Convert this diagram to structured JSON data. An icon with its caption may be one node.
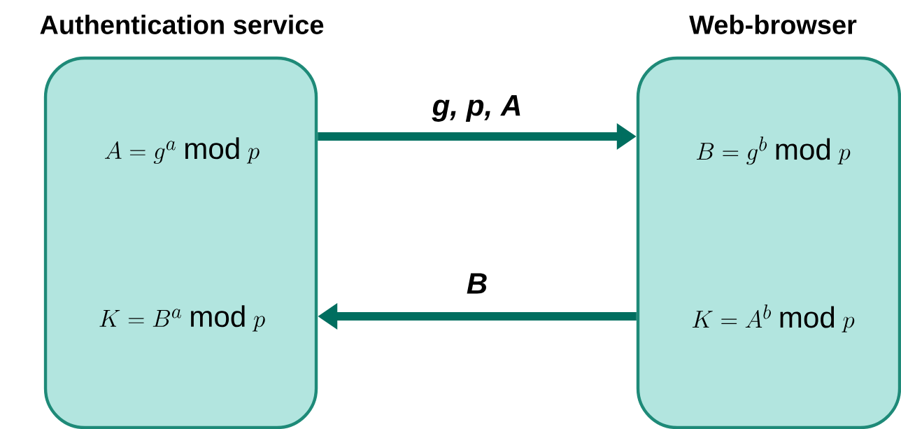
{
  "diagram": {
    "nodes": [
      {
        "text": [
          "Authentication service",
          "A = g^{a} \\bmod p",
          "K = B^{a} \\bmod p"
        ]
      },
      {
        "text": [
          "Web-browser",
          "B = g^{b} \\bmod p",
          "K = A^{b} \\bmod p"
        ]
      }
    ],
    "edges": [
      {
        "from": 0,
        "to": 1,
        "arrow": "to",
        "label": "g, p, A"
      },
      {
        "from": 1,
        "to": 0,
        "arrow": "to",
        "label": "B"
      }
    ]
  }
}
